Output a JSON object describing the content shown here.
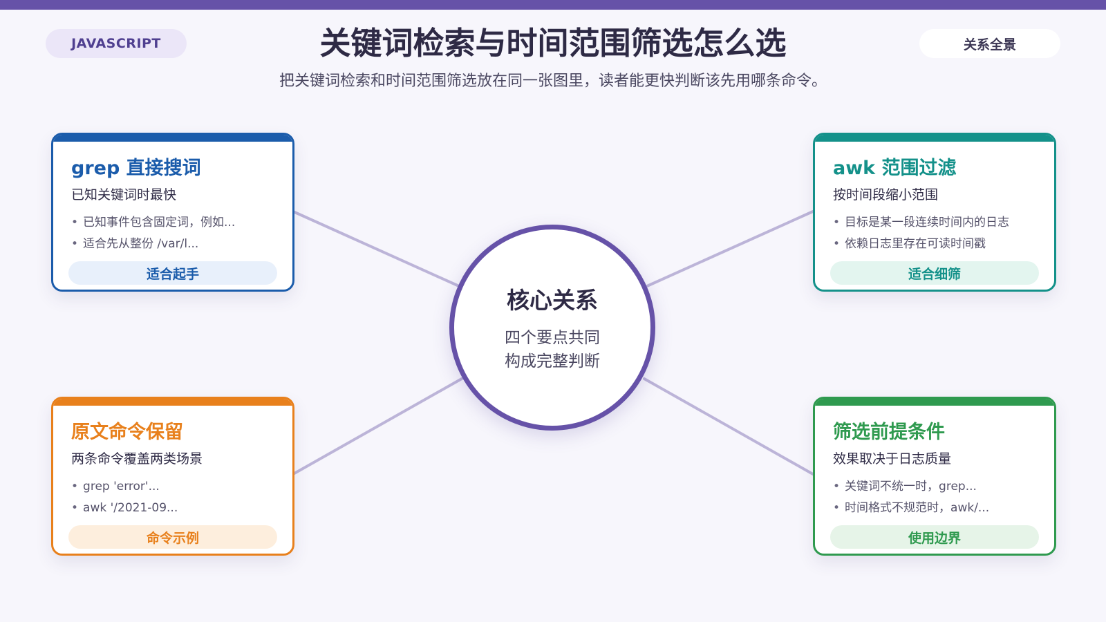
{
  "header": {
    "tag": "JAVASCRIPT",
    "title": "关键词检索与时间范围筛选怎么选",
    "subtitle": "把关键词检索和时间范围筛选放在同一张图里，读者能更快判断该先用哪条命令。",
    "overview_button": "关系全景"
  },
  "center": {
    "title": "核心关系",
    "line1": "四个要点共同",
    "line2": "构成完整判断"
  },
  "colors": {
    "brand": "#6652a8",
    "connector": "#bcb4d8",
    "blue": "#1b5cab",
    "teal": "#14918a",
    "orange": "#e8801c",
    "green": "#2f9a4f"
  },
  "cards": [
    {
      "title": "grep 直接搜词",
      "subtitle": "已知关键词时最快",
      "bullets": [
        "已知事件包含固定词，例如...",
        "适合先从整份 /var/l..."
      ],
      "badge": "适合起手"
    },
    {
      "title": "awk 范围过滤",
      "subtitle": "按时间段缩小范围",
      "bullets": [
        "目标是某一段连续时间内的日志",
        "依赖日志里存在可读时间戳"
      ],
      "badge": "适合细筛"
    },
    {
      "title": "原文命令保留",
      "subtitle": "两条命令覆盖两类场景",
      "bullets": [
        "grep 'error'...",
        "awk '/2021-09..."
      ],
      "badge": "命令示例"
    },
    {
      "title": "筛选前提条件",
      "subtitle": "效果取决于日志质量",
      "bullets": [
        "关键词不统一时，grep...",
        "时间格式不规范时，awk/..."
      ],
      "badge": "使用边界"
    }
  ]
}
